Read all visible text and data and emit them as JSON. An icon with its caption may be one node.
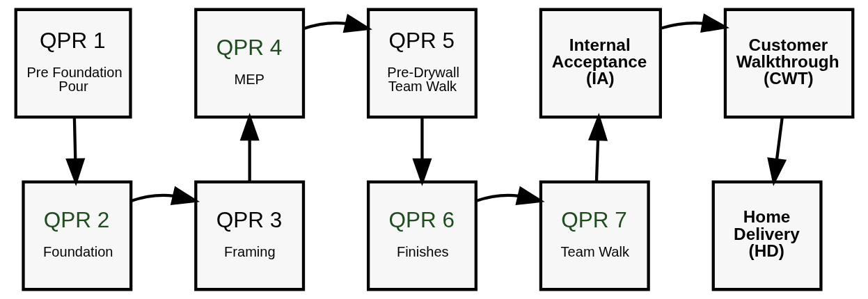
{
  "diagram": {
    "nodes": [
      {
        "text": [
          "QPR 1",
          "Pre Foundation Pour"
        ]
      },
      {
        "text": [
          "QPR 2",
          "Foundation"
        ]
      },
      {
        "text": [
          "QPR 3",
          "Framing"
        ]
      },
      {
        "text": [
          "QPR 4",
          "MEP"
        ]
      },
      {
        "text": [
          "QPR 5",
          "Pre-Drywall Team Walk"
        ]
      },
      {
        "text": [
          "QPR 6",
          "Finishes"
        ]
      },
      {
        "text": [
          "QPR 7",
          "Team Walk"
        ]
      },
      {
        "text": [
          "Internal Acceptance (IA)"
        ]
      },
      {
        "text": [
          "Customer Walkthrough (CWT)"
        ]
      },
      {
        "text": [
          "Home Delivery (HD)"
        ]
      }
    ],
    "edges": [
      {
        "from": 0,
        "to": 1,
        "arrow": "to"
      },
      {
        "from": 1,
        "to": 2,
        "arrow": "to"
      },
      {
        "from": 2,
        "to": 3,
        "arrow": "to"
      },
      {
        "from": 3,
        "to": 4,
        "arrow": "to"
      },
      {
        "from": 4,
        "to": 5,
        "arrow": "to"
      },
      {
        "from": 5,
        "to": 6,
        "arrow": "to"
      },
      {
        "from": 6,
        "to": 7,
        "arrow": "to"
      },
      {
        "from": 7,
        "to": 8,
        "arrow": "to"
      },
      {
        "from": 8,
        "to": 9,
        "arrow": "to"
      }
    ]
  }
}
